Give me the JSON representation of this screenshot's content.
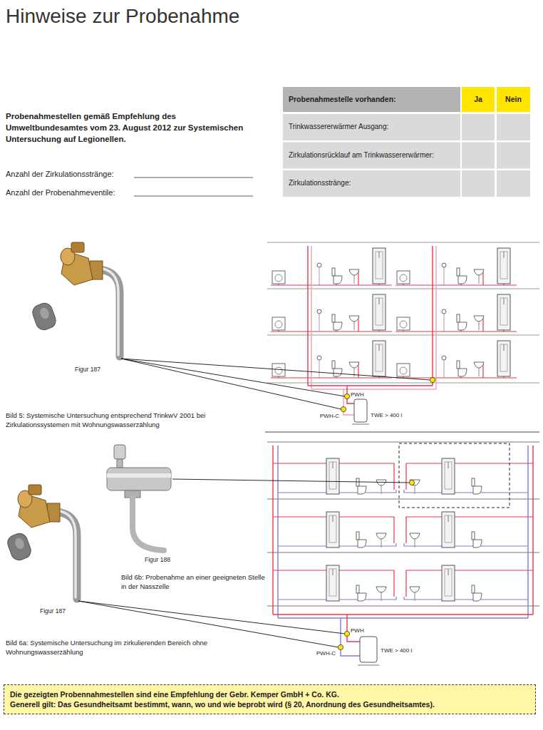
{
  "diagram": {
    "title": "Hinweise zur Probenahme",
    "nodes": [
      {
        "text": [
          "Die gezeigten Probennahmestellen sind eine Empfehlung der Gebr. Kemper GmbH + Co. KG.",
          "Generell gilt: Das Gesundheitsamt bestimmt, wann, wo und wie beprobt wird (§ 20, Anordnung des Gesundheitsamtes)."
        ]
      }
    ],
    "labels": [
      "Probenahmestellen gemäß Empfehlung des Umweltbundesamtes vom 23. August 2012 zur Systemischen Untersuchung auf Legionellen.",
      "Anzahl der Zirkulationsstränge:",
      "Anzahl der Probenahmeventile:",
      "Probenahmestelle vorhanden:",
      "Ja",
      "Nein",
      "Trinkwassererwärmer Ausgang:",
      "Zirkulationsrücklauf am Trinkwassererwärmer:",
      "Zirkulationsstränge:",
      "Figur 187",
      "Bild 5: Systemische Untersuchung entsprechend TrinkwV 2001 bei Zirkulationssystemen mit Wohnungswasserzählung",
      "PWH",
      "PWH-C",
      "TWE > 400 l",
      "Figur 188",
      "Bild 6b: Probenahme an einer geeigneten Stelle in der Nasszelle",
      "Figur 187",
      "Bild 6a: Systemische Untersuchung im zirkulierenden Bereich ohne Wohnungswasserzählung",
      "PWH",
      "PWH-C",
      "TWE > 400 l"
    ]
  }
}
